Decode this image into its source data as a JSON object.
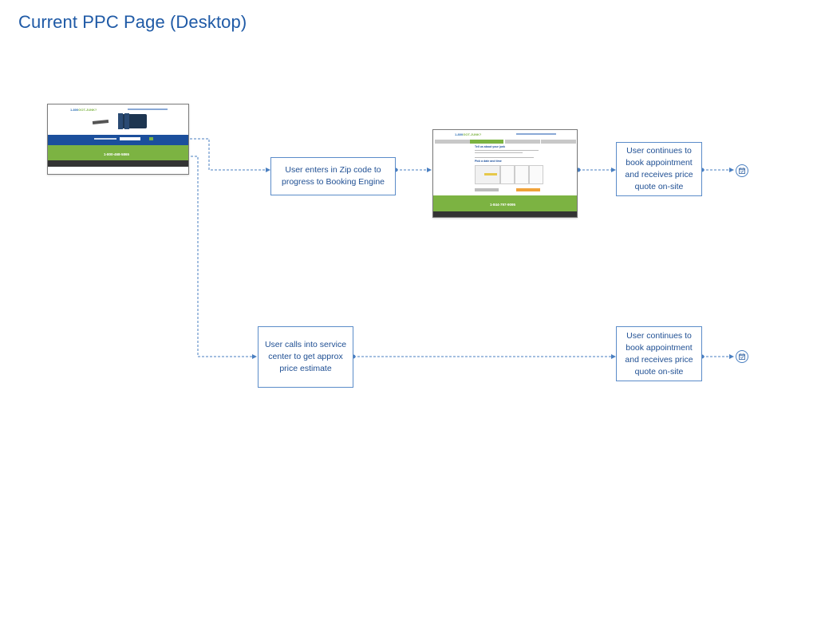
{
  "page": {
    "title": "Current PPC Page (Desktop)"
  },
  "colors": {
    "title": "#1f5aa6",
    "box_border": "#5b8cc9",
    "box_text": "#1f4f93",
    "connector": "#4a7fc1",
    "brand_blue": "#1b4f9c",
    "brand_green": "#7cb342"
  },
  "steps": {
    "enter_zip": "User enters in Zip code to progress to Booking Engine",
    "book_online": "User continues to book appointment and receives price quote on-site",
    "calls_center": "User calls into service center to get approx price estimate",
    "book_phone": "User continues to book appointment and receives price quote on-site"
  },
  "thumbnails": {
    "landing": {
      "logo_number": "1-800",
      "logo_word": "GOT-JUNK?",
      "phone": "1-800-468-5865"
    },
    "booking": {
      "logo_number": "1-800",
      "logo_word": "GOT-JUNK?",
      "heading": "Tell us about your junk",
      "subheading": "Pick a date and time",
      "phone": "1-844-797-9095"
    }
  },
  "icons": {
    "end_online": "calendar-icon",
    "end_phone": "calendar-icon"
  }
}
